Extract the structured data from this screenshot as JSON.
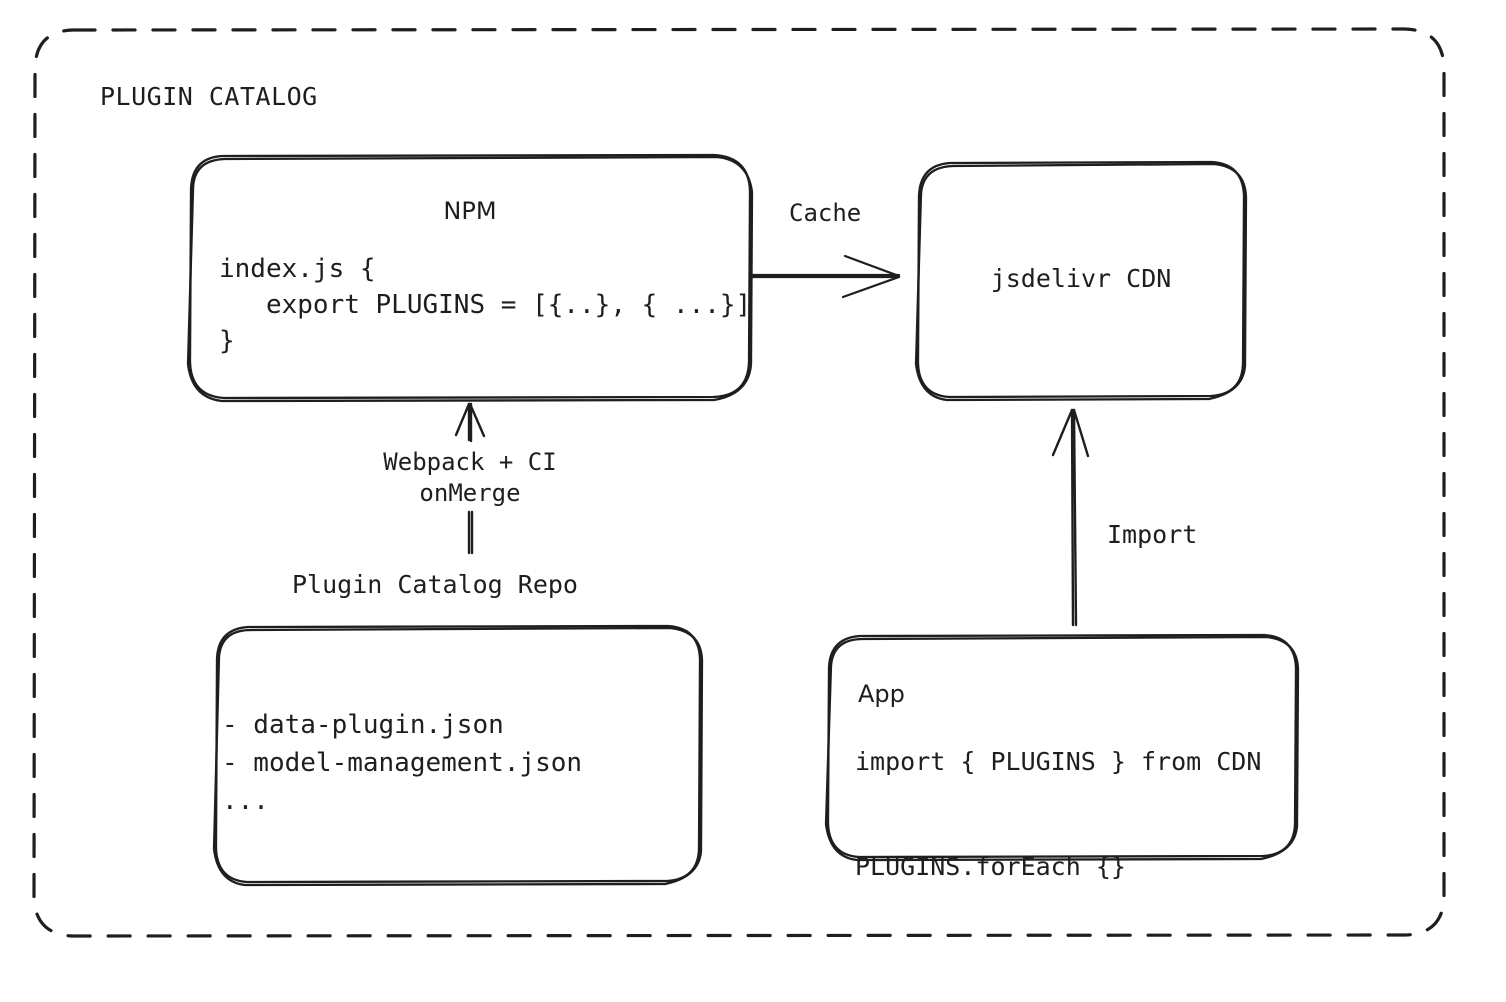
{
  "diagram": {
    "type": "architecture-flow",
    "title": "PLUGIN CATALOG",
    "background": "#ffffff",
    "stroke_color": "#1e1e1e",
    "style": "hand-drawn"
  },
  "group": {
    "label": "PLUGIN CATALOG"
  },
  "nodes": {
    "npm": {
      "title": "NPM",
      "code_lines": "index.js {\n   export PLUGINS = [{..}, { ...}]\n}"
    },
    "cdn": {
      "title": "jsdelivr CDN"
    },
    "repo": {
      "caption": "Plugin Catalog Repo",
      "items": "- data-plugin.json\n- model-management.json\n..."
    },
    "app": {
      "title": "App",
      "code_lines": "import { PLUGINS } from CDN\n\nPLUGINS.forEach {}"
    }
  },
  "edges": {
    "npm_to_cdn": {
      "label": "Cache",
      "from": "npm",
      "to": "cdn",
      "direction": "right"
    },
    "repo_to_npm": {
      "label_line1": "Webpack + CI",
      "label_line2": "onMerge",
      "from": "repo",
      "to": "npm",
      "direction": "up"
    },
    "app_to_cdn": {
      "label": "Import",
      "from": "app",
      "to": "cdn",
      "direction": "up"
    }
  }
}
